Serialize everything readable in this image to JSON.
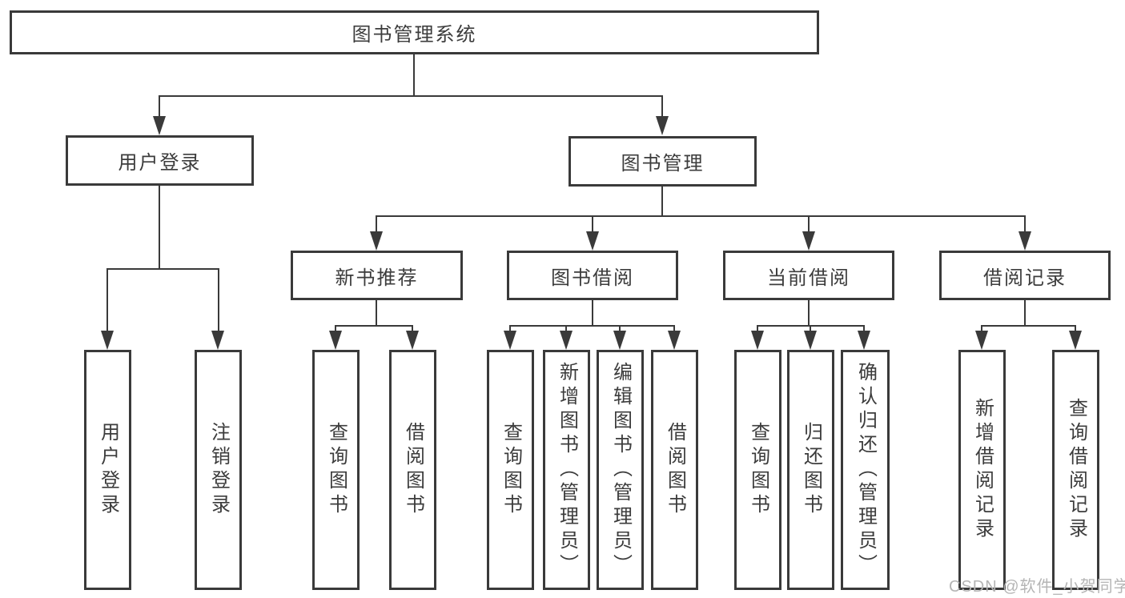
{
  "diagram": {
    "type": "hierarchy-tree",
    "root": {
      "label": "图书管理系统"
    },
    "branches": [
      {
        "label": "用户登录",
        "children": [
          {
            "label": "用户登录"
          },
          {
            "label": "注销登录"
          }
        ]
      },
      {
        "label": "图书管理",
        "children": [
          {
            "label": "新书推荐",
            "children": [
              {
                "label": "查询图书"
              },
              {
                "label": "借阅图书"
              }
            ]
          },
          {
            "label": "图书借阅",
            "children": [
              {
                "label": "查询图书"
              },
              {
                "label": "新增图书（管理员）"
              },
              {
                "label": "编辑图书（管理员）"
              },
              {
                "label": "借阅图书"
              }
            ]
          },
          {
            "label": "当前借阅",
            "children": [
              {
                "label": "查询图书"
              },
              {
                "label": "归还图书"
              },
              {
                "label": "确认归还（管理员）"
              }
            ]
          },
          {
            "label": "借阅记录",
            "children": [
              {
                "label": "新增借阅记录"
              },
              {
                "label": "查询借阅记录"
              }
            ]
          }
        ]
      }
    ]
  },
  "watermark": {
    "text": "CSDN @软件_小贺同学"
  },
  "colors": {
    "line": "#3a3a3a",
    "text": "#3c3c3c",
    "watermark": "#b5b5b5",
    "background": "#ffffff"
  }
}
